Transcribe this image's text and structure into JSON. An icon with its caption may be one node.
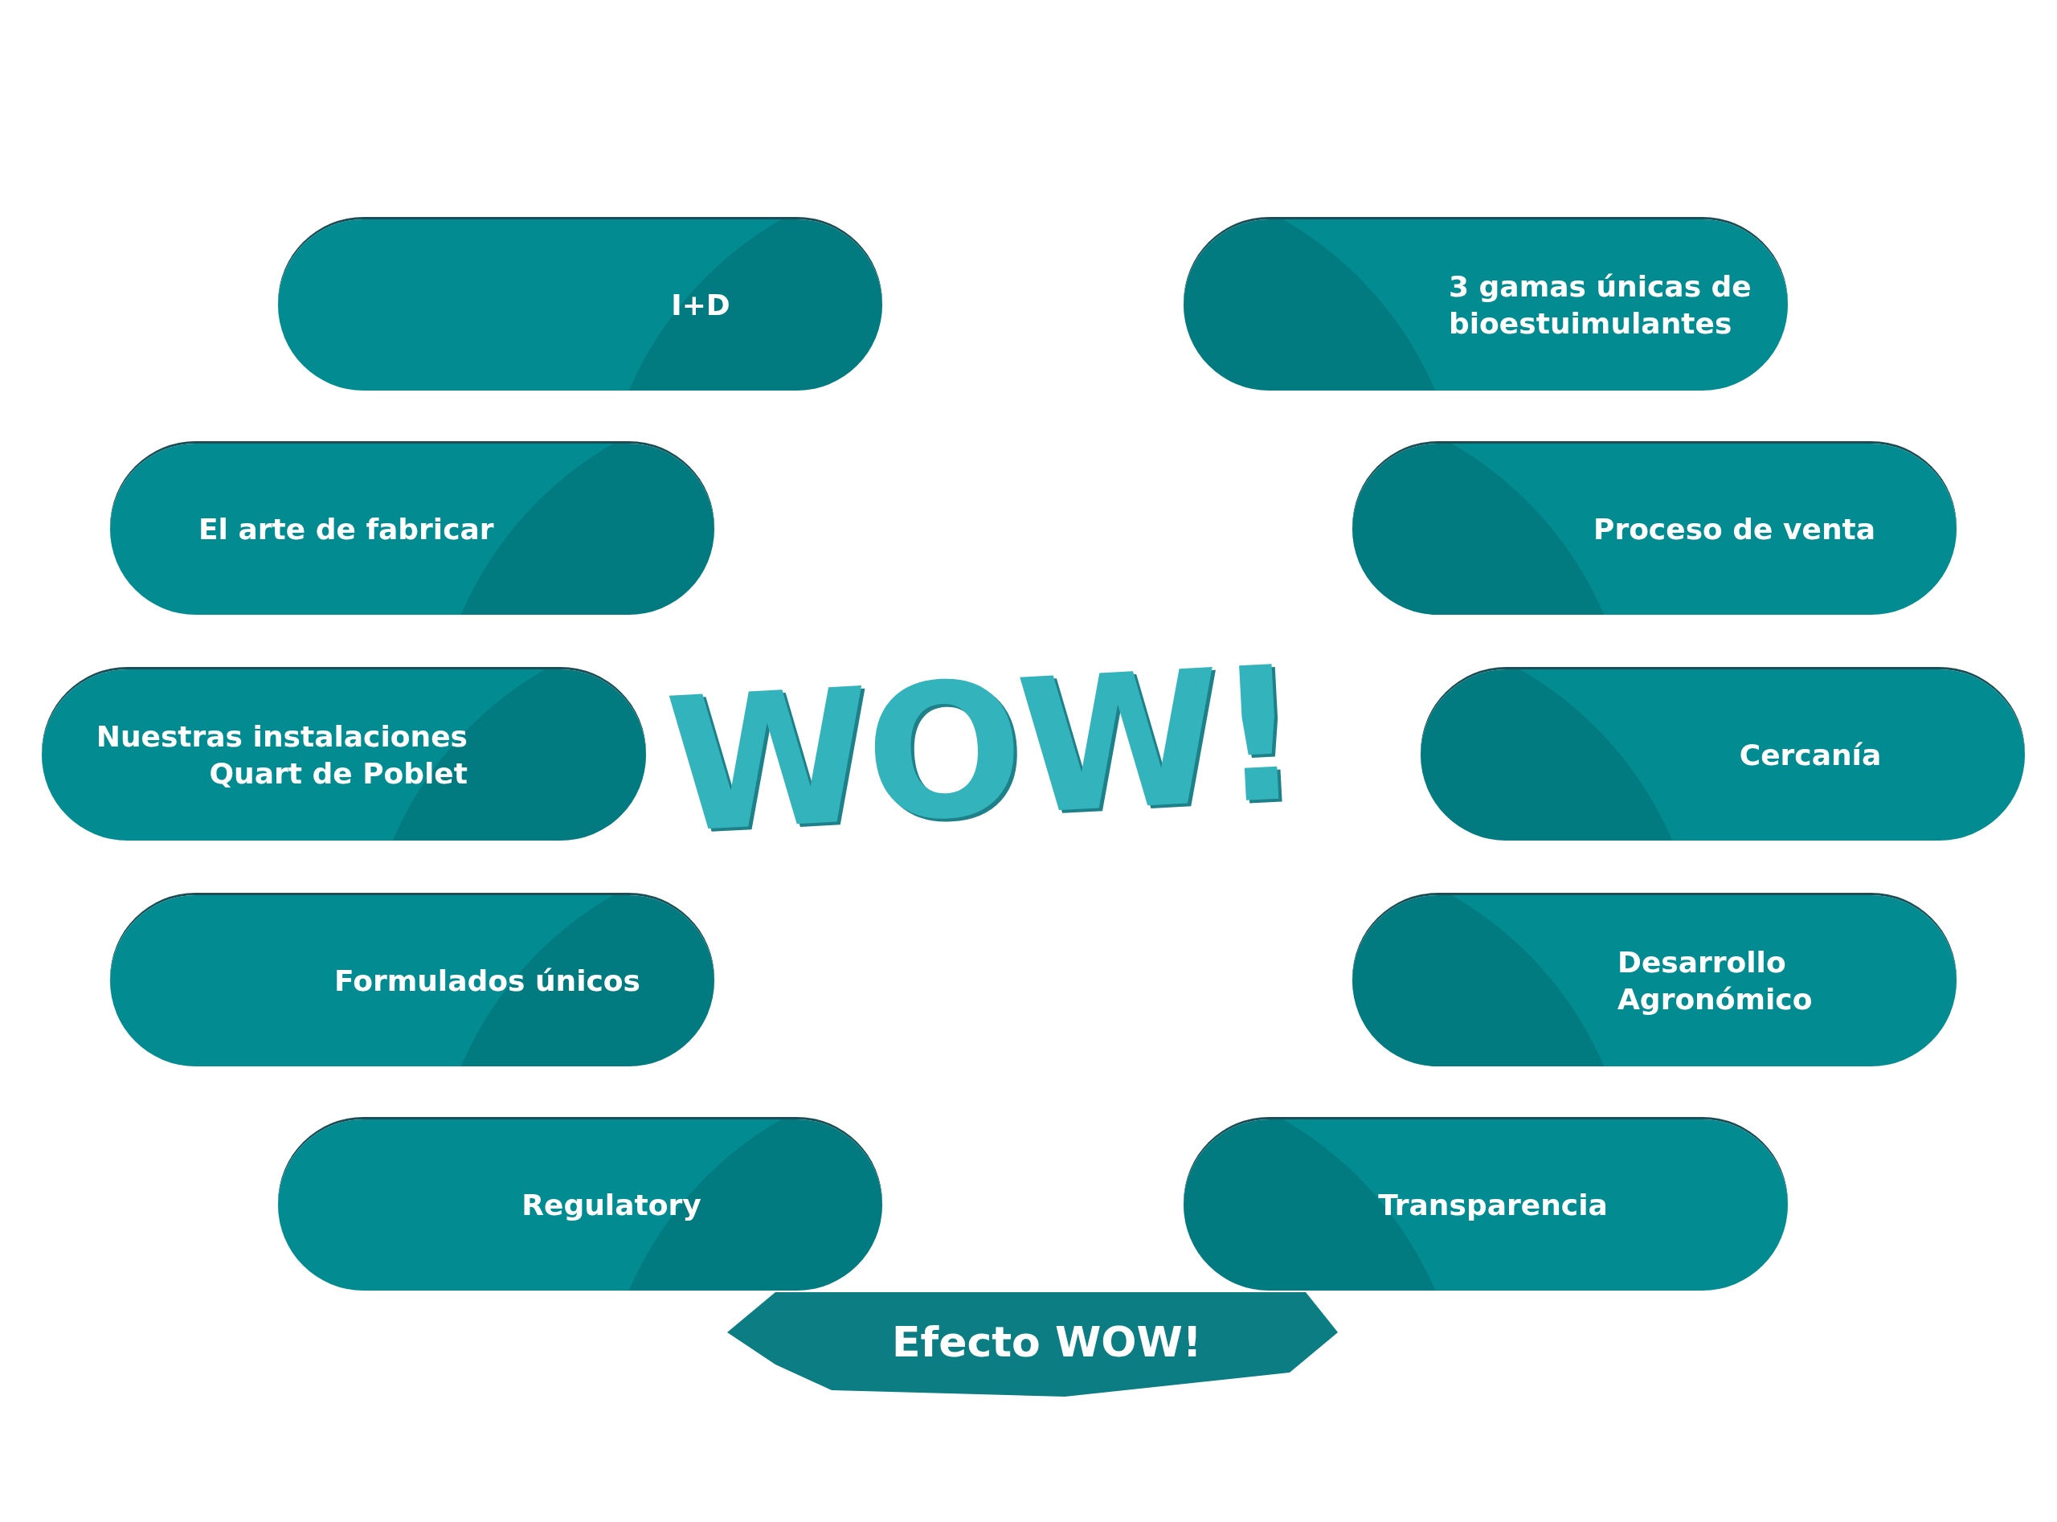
{
  "diagram": {
    "nodes": [
      {
        "text": [
          "I+D"
        ]
      },
      {
        "text": [
          "3 gamas únicas de bioestuimulantes"
        ]
      },
      {
        "text": [
          "El arte de fabricar"
        ]
      },
      {
        "text": [
          "Proceso de venta"
        ]
      },
      {
        "text": [
          "Nuestras instalaciones Quart de Poblet"
        ]
      },
      {
        "text": [
          "Cercanía"
        ]
      },
      {
        "text": [
          "Formulados únicos"
        ]
      },
      {
        "text": [
          "Desarrollo Agronómico"
        ]
      },
      {
        "text": [
          "Regulatory"
        ]
      },
      {
        "text": [
          "Transparencia"
        ]
      },
      {
        "text": [
          "Efecto WOW!"
        ]
      }
    ],
    "labels": [
      "WOW!"
    ]
  }
}
